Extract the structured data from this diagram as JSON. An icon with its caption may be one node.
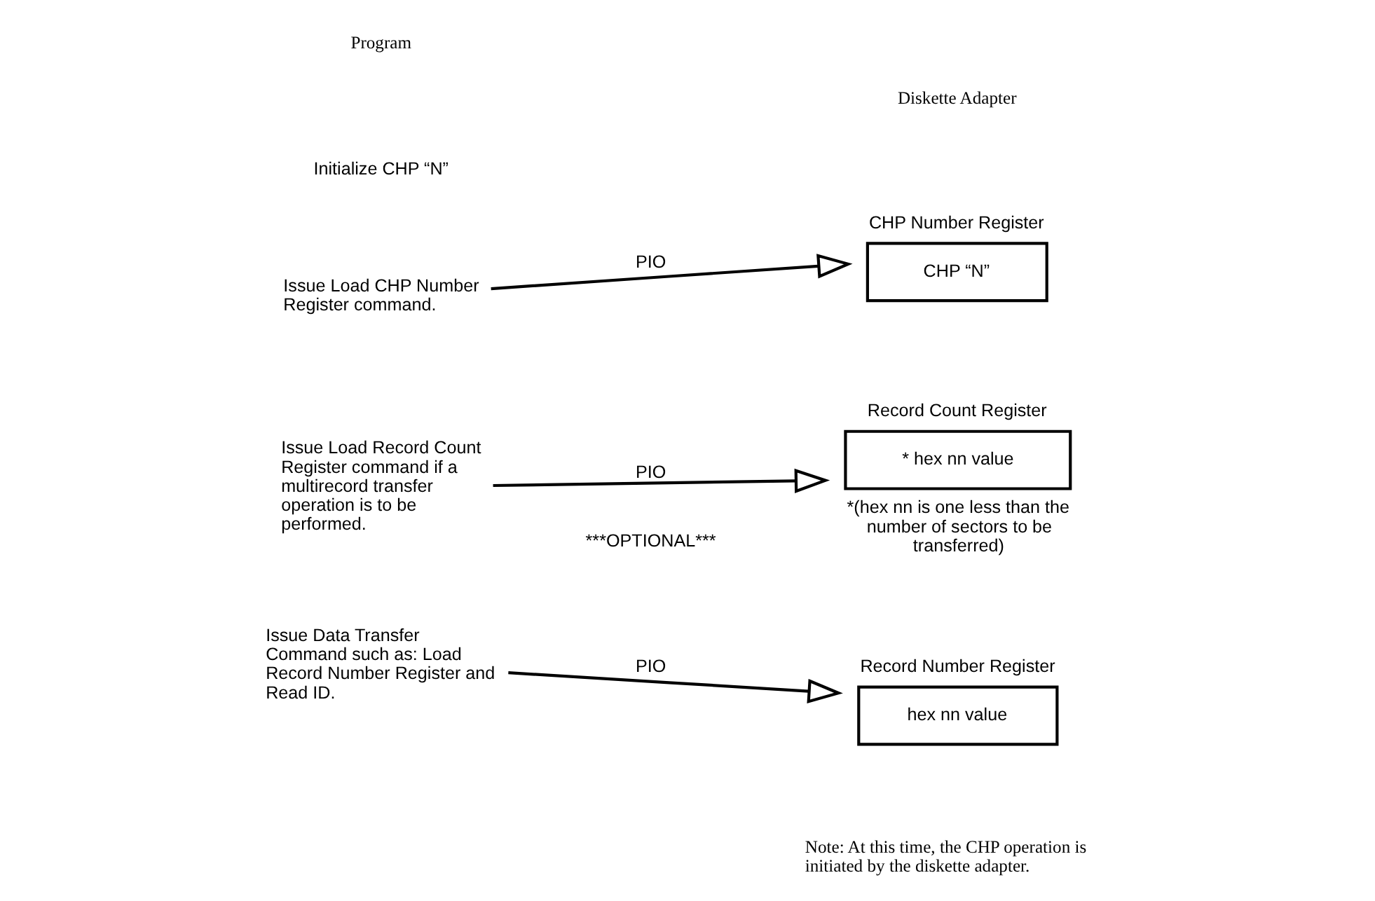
{
  "diagram": {
    "nodes": [
      {
        "text": [
          "Issue Load CHP Number Register command."
        ]
      },
      {
        "text": [
          "CHP Number Register",
          "CHP “N”"
        ]
      },
      {
        "text": [
          "Issue Load Record Count Register command if a multirecord transfer operation is to be performed."
        ]
      },
      {
        "text": [
          "Record Count Register",
          "* hex nn value"
        ],
        "beside": [
          "*(hex nn is one less than the number of sectors to be transferred)"
        ]
      },
      {
        "text": [
          "Issue Data Transfer Command such as: Load Record Number Register and Read ID."
        ]
      },
      {
        "text": [
          "Record Number Register",
          "hex nn value"
        ]
      }
    ],
    "edges": [
      {
        "from": 0,
        "to": 1,
        "arrow": "to",
        "label": "PIO"
      },
      {
        "from": 2,
        "to": 3,
        "arrow": "to",
        "label": "PIO"
      },
      {
        "from": 4,
        "to": 5,
        "arrow": "to",
        "label": "PIO"
      }
    ],
    "labels": [
      "Program",
      "Diskette Adapter",
      "Initialize CHP “N”",
      "***OPTIONAL***",
      "Note: At this time, the CHP operation is initiated by the diskette adapter."
    ]
  }
}
